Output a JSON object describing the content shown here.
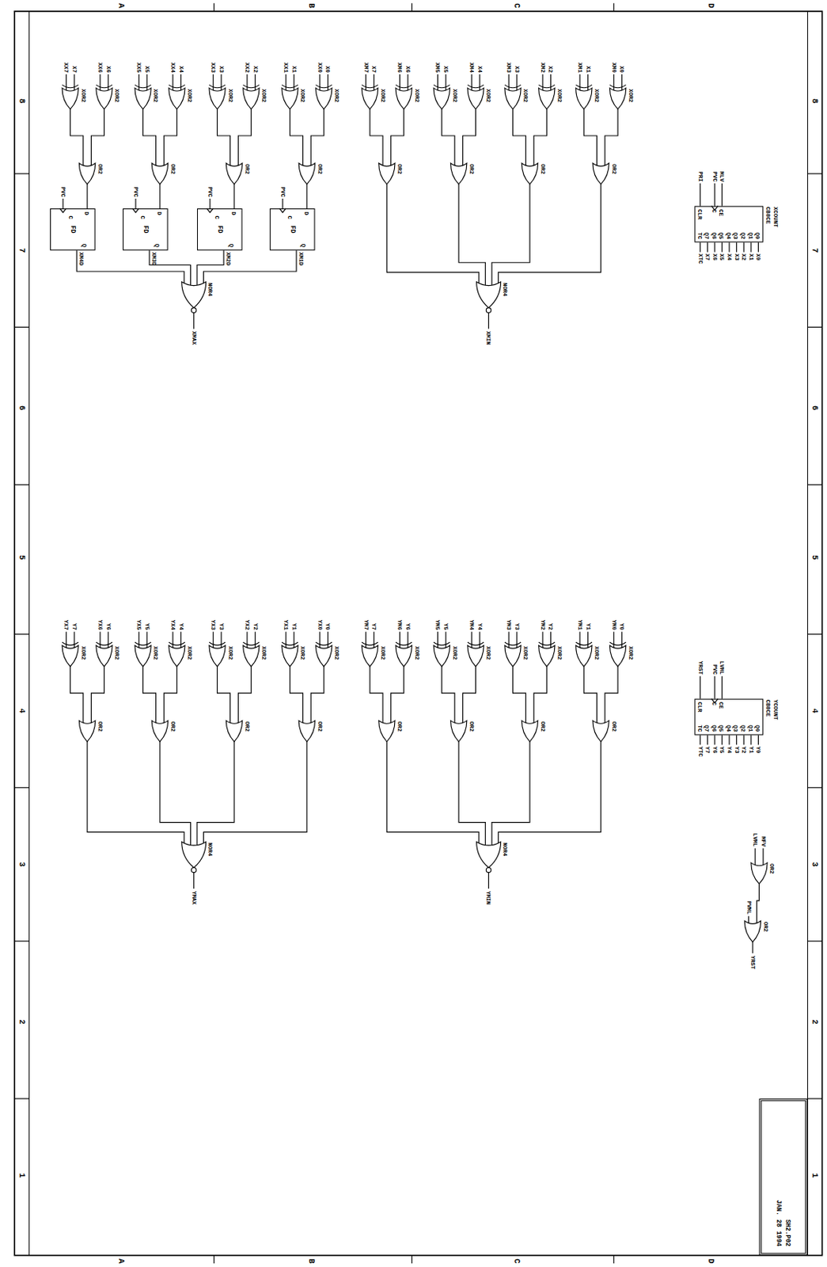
{
  "diagram": {
    "nodes": [
      {
        "text": [
          "XCOUNT",
          "CB8CE",
          "CE",
          "C",
          "CLR",
          "Q0",
          "Q1",
          "Q2",
          "Q3",
          "Q4",
          "Q5",
          "Q6",
          "Q7",
          "TC"
        ]
      },
      {
        "text": [
          "YCOUNT",
          "CB8CE",
          "CE",
          "C",
          "CLR",
          "Q0",
          "Q1",
          "Q2",
          "Q3",
          "Q4",
          "Q5",
          "Q6",
          "Q7",
          "TC"
        ]
      },
      {
        "text": [
          "FD",
          "D",
          "C",
          "Q"
        ]
      },
      {
        "text": [
          "FD",
          "D",
          "C",
          "Q"
        ]
      },
      {
        "text": [
          "FD",
          "D",
          "C",
          "Q"
        ]
      },
      {
        "text": [
          "FD",
          "D",
          "C",
          "Q"
        ]
      },
      {
        "text": [
          "SH2.P02",
          "JAN. 28 1994"
        ]
      }
    ],
    "labels": [
      "A",
      "B",
      "C",
      "D",
      "A",
      "B",
      "C",
      "D",
      "8",
      "7",
      "6",
      "5",
      "4",
      "3",
      "2",
      "1",
      "8",
      "7",
      "6",
      "5",
      "4",
      "3",
      "2",
      "1",
      "X0",
      "XM0",
      "XOR2",
      "X1",
      "XM1",
      "XOR2",
      "X2",
      "XM2",
      "XOR2",
      "X3",
      "XM3",
      "XOR2",
      "X4",
      "XM4",
      "XOR2",
      "X5",
      "XM5",
      "XOR2",
      "X6",
      "XM6",
      "XOR2",
      "X7",
      "XM7",
      "XOR2",
      "OR2",
      "OR2",
      "OR2",
      "OR2",
      "NOR4",
      "XMIN",
      "X0",
      "XX0",
      "XOR2",
      "X1",
      "XX1",
      "XOR2",
      "X2",
      "XX2",
      "XOR2",
      "X3",
      "XX3",
      "XOR2",
      "X4",
      "XX4",
      "XOR2",
      "X5",
      "XX5",
      "XOR2",
      "X6",
      "XX6",
      "XOR2",
      "X7",
      "XX7",
      "XOR2",
      "OR2",
      "OR2",
      "OR2",
      "OR2",
      "PVC",
      "PVC",
      "PVC",
      "PVC",
      "XM1D",
      "XM2D",
      "XM3D",
      "XM4D",
      "NOR4",
      "XMAX",
      "Y0",
      "YM0",
      "XOR2",
      "Y1",
      "YM1",
      "XOR2",
      "Y2",
      "YM2",
      "XOR2",
      "Y3",
      "YM3",
      "XOR2",
      "Y4",
      "YM4",
      "XOR2",
      "Y5",
      "YM5",
      "XOR2",
      "Y6",
      "YM6",
      "XOR2",
      "Y7",
      "YM7",
      "XOR2",
      "OR2",
      "OR2",
      "OR2",
      "OR2",
      "NOR4",
      "YMIN",
      "Y0",
      "YX0",
      "XOR2",
      "Y1",
      "YX1",
      "XOR2",
      "Y2",
      "YX2",
      "XOR2",
      "Y3",
      "YX3",
      "XOR2",
      "Y4",
      "YX4",
      "XOR2",
      "Y5",
      "YX5",
      "XOR2",
      "Y6",
      "YX6",
      "XOR2",
      "Y7",
      "YX7",
      "XOR2",
      "OR2",
      "OR2",
      "OR2",
      "OR2",
      "NOR4",
      "YMAX",
      "MLV",
      "PVC",
      "PRI",
      "X0",
      "X1",
      "X2",
      "X3",
      "X4",
      "X5",
      "X6",
      "X7",
      "XTC",
      "LVML",
      "PVC",
      "YRST",
      "Y0",
      "Y1",
      "Y2",
      "Y3",
      "Y4",
      "Y5",
      "Y6",
      "Y7",
      "YTC",
      "MFV",
      "LVML",
      "OR2",
      "PVML",
      "OR2",
      "YRST"
    ]
  }
}
